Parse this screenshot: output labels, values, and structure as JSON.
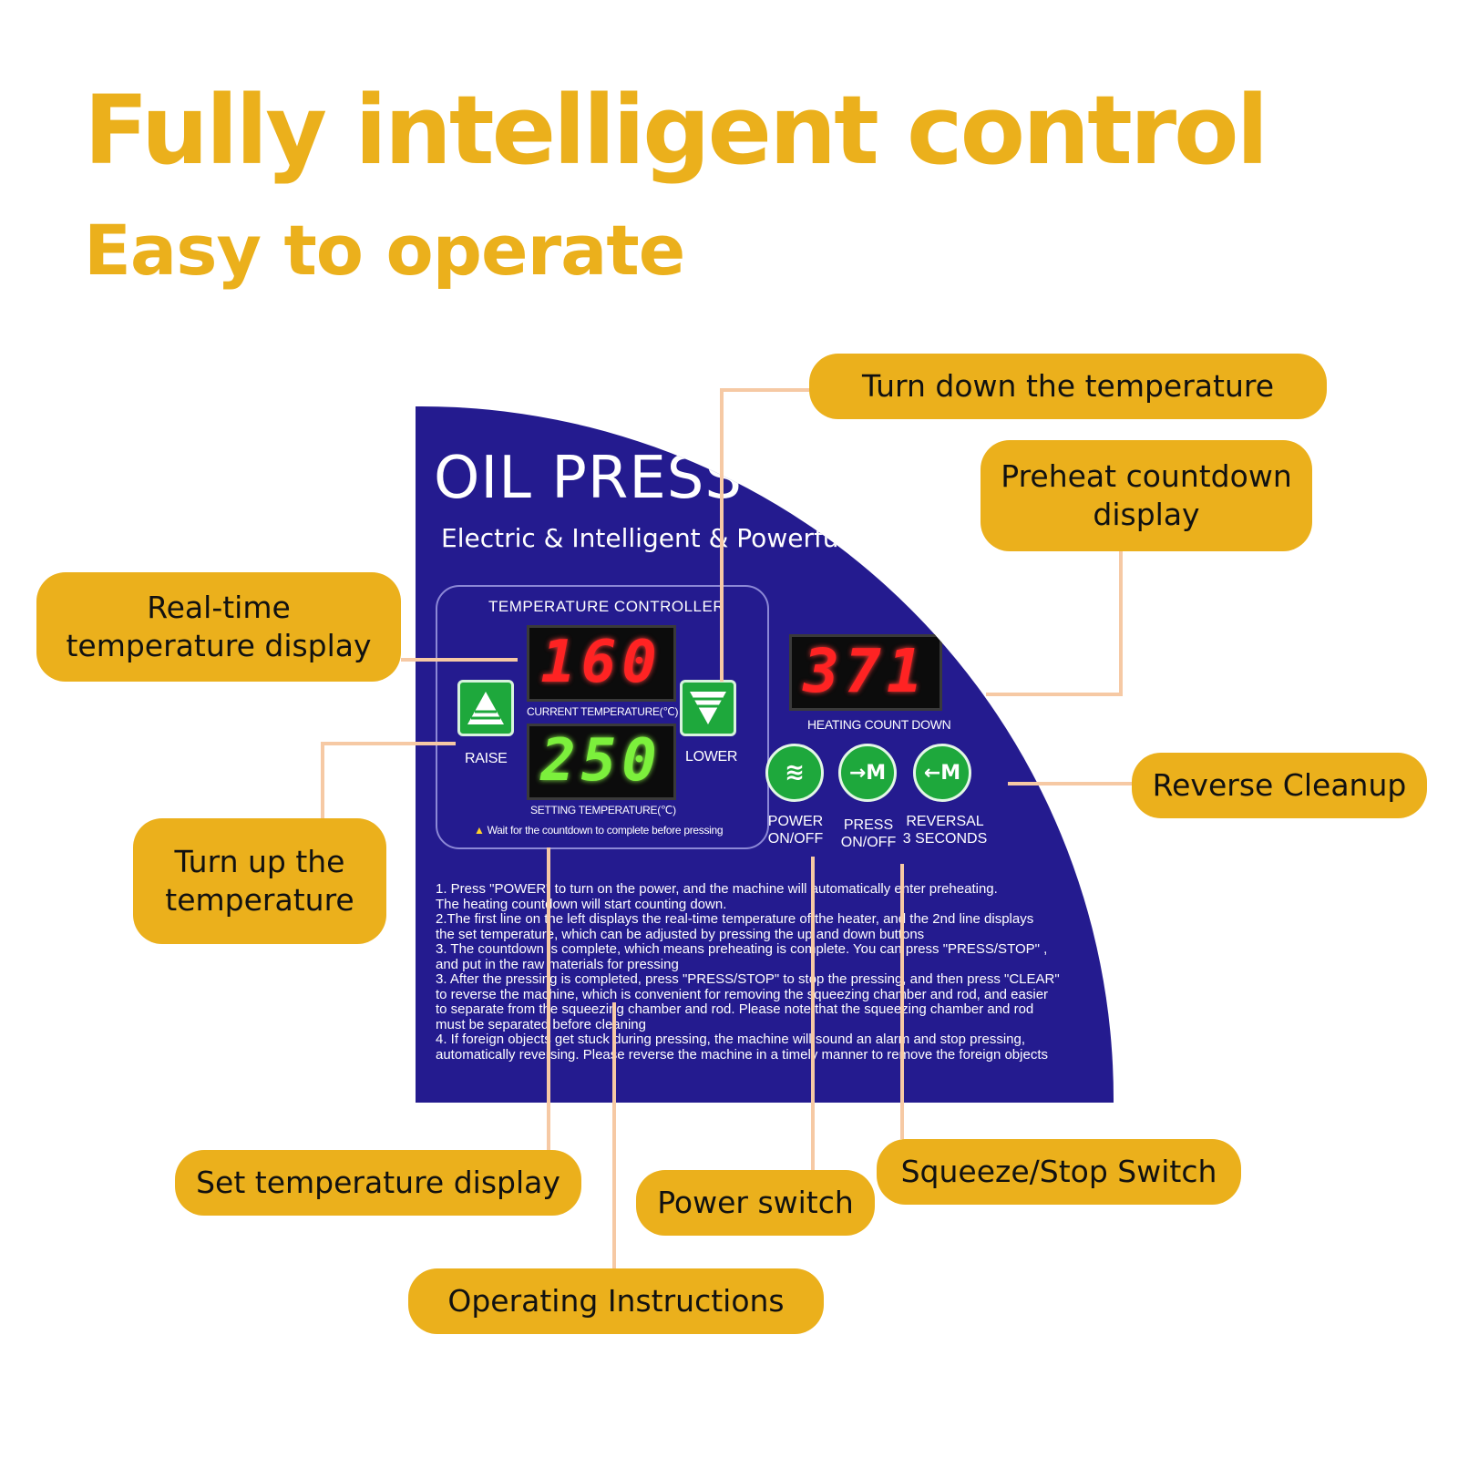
{
  "headline": {
    "title": "Fully intelligent control",
    "subtitle": "Easy to operate"
  },
  "panel": {
    "title": "OIL PRESS",
    "subtitle": "Electric & Intelligent & Powerful",
    "controller_title": "TEMPERATURE  CONTROLLER",
    "current_temp_value": "160",
    "current_temp_label": "CURRENT TEMPERATURE(℃)",
    "setting_temp_value": "250",
    "setting_temp_label": "SETTING TEMPERATURE(℃)",
    "raise_label": "RAISE",
    "lower_label": "LOWER",
    "warning": "Wait for the countdown to complete before pressing",
    "countdown_value": "371",
    "countdown_label": "HEATING COUNT DOWN",
    "power_icon": "≋",
    "press_icon": "→M",
    "reversal_icon": "←M",
    "power_label_1": "POWER",
    "power_label_2": "ON/OFF",
    "press_label_1": "PRESS",
    "press_label_2": "ON/OFF",
    "reversal_label_1": "REVERSAL",
    "reversal_label_2": "3 SECONDS",
    "instructions": [
      "1. Press \"POWER\" to turn on the power, and the machine will automatically enter preheating.",
      "The heating countdown will start counting down.",
      "2.The first line on the left displays the real-time temperature of the heater, and the 2nd line displays",
      "the set temperature, which can be adjusted by pressing the up and down buttons",
      "3. The countdown is complete, which means preheating is complete. You can press \"PRESS/STOP\" ,",
      "and put in the raw materials for pressing",
      "3. After the pressing is completed, press \"PRESS/STOP\" to stop the pressing, and then press \"CLEAR\"",
      "to reverse the machine, which is convenient for removing the squeezing chamber and rod, and easier",
      "to separate from the squeezing chamber and rod. Please note that the squeezing chamber and rod",
      "must be separated before cleaning",
      "4. If foreign objects get stuck during pressing, the machine will sound an alarm and stop pressing,",
      "automatically reversing. Please reverse the machine in a timely manner to remove the foreign objects"
    ]
  },
  "callouts": {
    "turn_down": "Turn down the temperature",
    "preheat": "Preheat countdown display",
    "realtime": "Real-time temperature display",
    "reverse": "Reverse Cleanup",
    "turn_up": "Turn up the temperature",
    "set_temp": "Set temperature display",
    "squeeze": "Squeeze/Stop Switch",
    "power": "Power switch",
    "operating": "Operating Instructions"
  },
  "colors": {
    "accent_yellow": "#ebb01c",
    "panel_blue": "#241b8f",
    "button_green": "#1ea83c",
    "led_red": "#ff2323",
    "led_green": "#7cf03c",
    "leader_line": "#f6c9a4"
  }
}
